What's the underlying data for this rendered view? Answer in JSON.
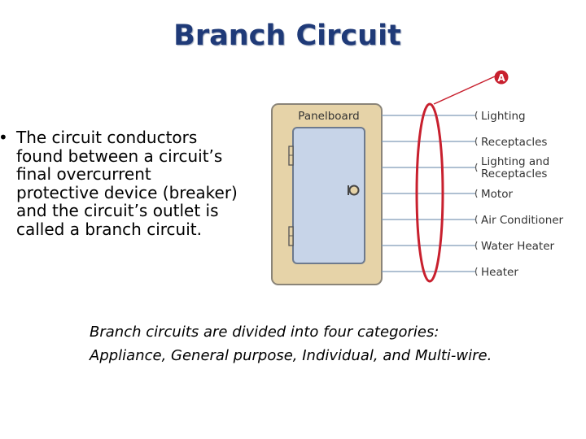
{
  "slide": {
    "title": "Branch Circuit",
    "bullet_symbol": "•",
    "bullet_lines": [
      "The circuit conductors",
      "found between a circuit’s",
      "final overcurrent",
      "protective device (breaker)",
      "and the circuit’s outlet is",
      "called a branch circuit."
    ],
    "caption_lines": [
      "Branch circuits are divided into four categories:",
      "Appliance, General purpose, Individual, and Multi-wire."
    ]
  },
  "diagram": {
    "panel_label": "Panelboard",
    "marker_label": "A",
    "circuits": [
      "Lighting",
      "Receptacles",
      "Lighting and Receptacles",
      "Motor",
      "Air Conditioner",
      "Water Heater",
      "Heater"
    ],
    "circuit_lines": [
      [
        "Lighting"
      ],
      [
        "Receptacles"
      ],
      [
        "Lighting and",
        "Receptacles"
      ],
      [
        "Motor"
      ],
      [
        "Air Conditioner"
      ],
      [
        "Water Heater"
      ],
      [
        "Heater"
      ]
    ],
    "colors": {
      "title": "#1f3a78",
      "panel_fill": "#e6d3a8",
      "panel_stroke": "#8a8478",
      "door_fill": "#c7d4e8",
      "wire": "#7f9ab6",
      "highlight": "#c8202e"
    }
  }
}
